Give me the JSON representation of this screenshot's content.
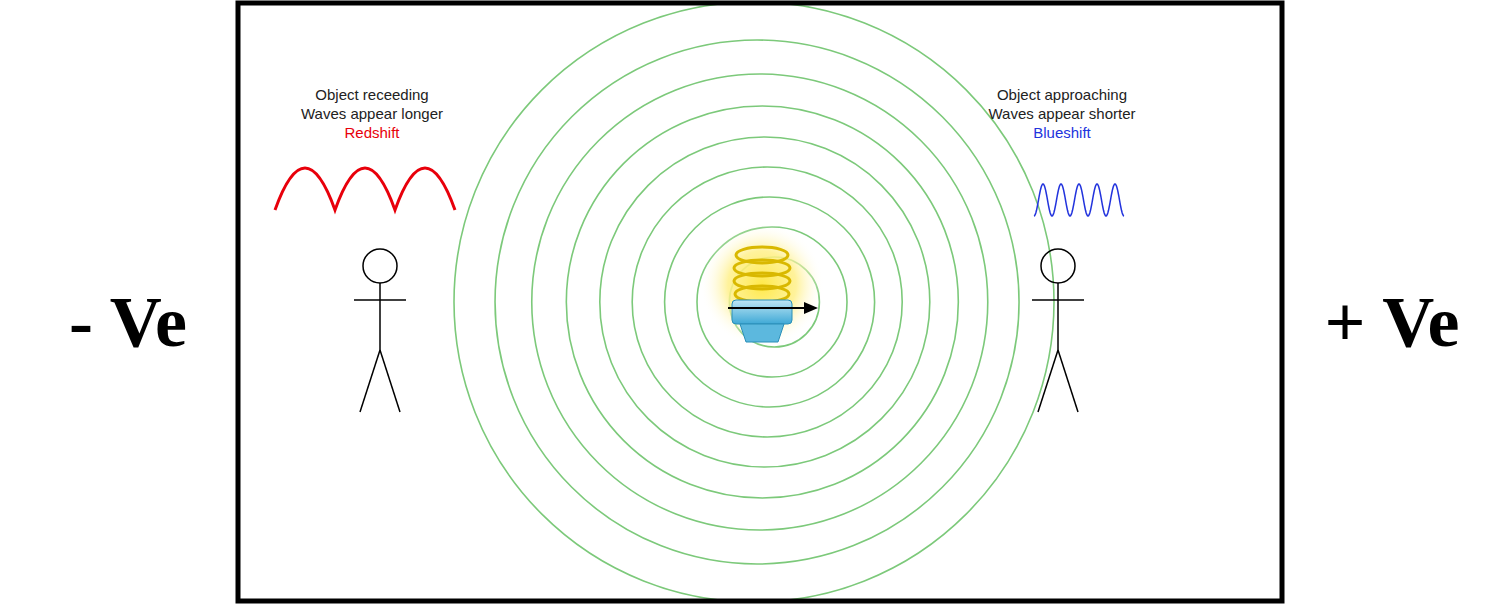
{
  "diagram": {
    "labels": [
      "Object receeding",
      "Waves appear longer",
      "Redshift",
      "Object approaching",
      "Waves appear shorter",
      "Blueshift",
      "- Ve",
      "+ Ve"
    ]
  }
}
